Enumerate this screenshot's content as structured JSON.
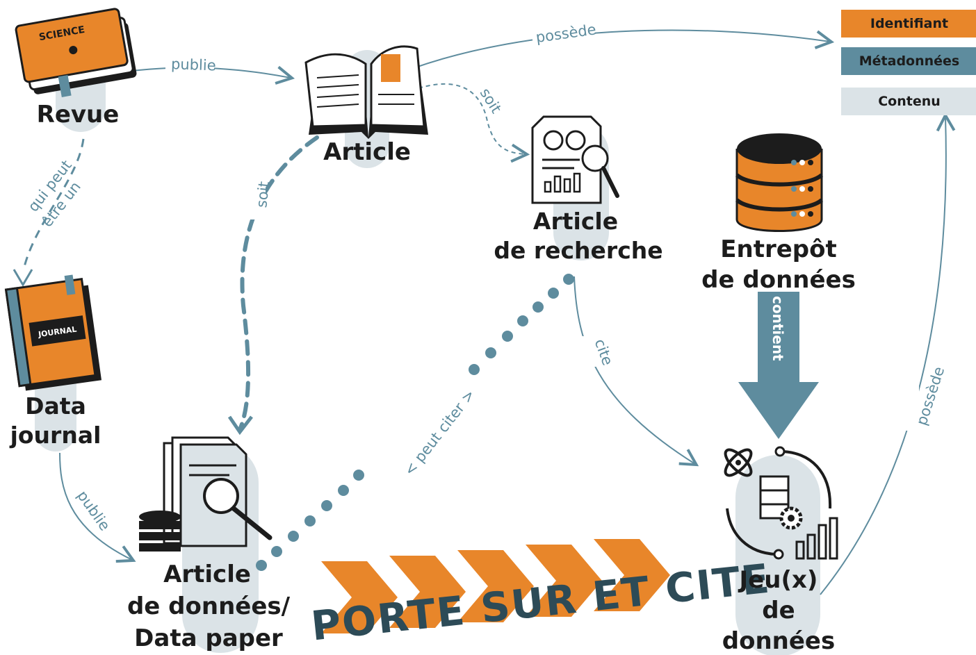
{
  "colors": {
    "orange": "#e8862a",
    "teal": "#5e8c9e",
    "light": "#dbe3e7",
    "dark": "#1c1c1c",
    "banner_text": "#2d4b57"
  },
  "nodes": {
    "revue": {
      "label": "Revue",
      "icon": "science-book-icon",
      "icon_text": "SCIENCE"
    },
    "article": {
      "label": "Article",
      "icon": "open-book-icon"
    },
    "article_recherche": {
      "line1": "Article",
      "line2": "de recherche",
      "icon": "report-magnifier-icon"
    },
    "entrepot": {
      "line1": "Entrepôt",
      "line2": "de données",
      "icon": "database-icon"
    },
    "data_journal": {
      "line1": "Data",
      "line2": "journal",
      "icon": "journal-book-icon",
      "icon_text": "JOURNAL"
    },
    "article_donnees": {
      "line1": "Article",
      "line2": "de données/",
      "line3": "Data paper",
      "icon": "documents-database-icon"
    },
    "jeux": {
      "line1": "Jeu(x)",
      "line2": "de",
      "line3": "données",
      "icon": "data-science-icon"
    }
  },
  "legend": {
    "identifiant": "Identifiant",
    "metadonnees": "Métadonnées",
    "contenu": "Contenu"
  },
  "edges": {
    "publie_1": "publie",
    "possede_1": "possède",
    "soit_1": "soit",
    "soit_2": "soit",
    "qui_peut_1": "qui peut",
    "qui_peut_2": "être un",
    "contient": "contient",
    "cite": "cite",
    "possede_2": "possède",
    "peut_citer": "< peut citer >",
    "publie_2": "publie"
  },
  "banner": {
    "text": "PORTE SUR ET CITE"
  }
}
